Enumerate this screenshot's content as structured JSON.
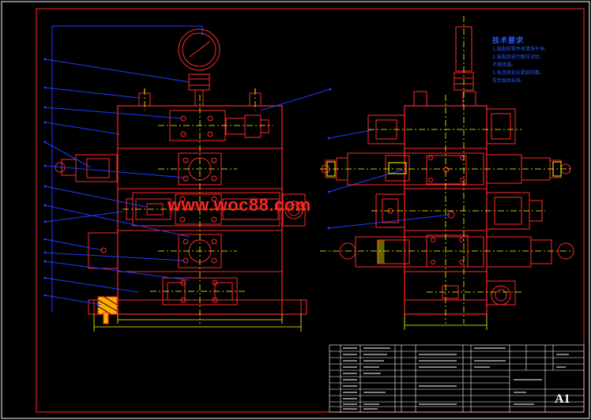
{
  "watermark": "www.woc88.com",
  "tech_notes": {
    "title": "技术要求",
    "lines": [
      "1.装配前零件须清洗干净。",
      "2.装配后进行耐压试验，",
      "不得渗漏。",
      "3.各连接处应紧固可靠，",
      "符合相关标准。"
    ]
  },
  "title_block": {
    "sheet_size": "A1"
  },
  "colors": {
    "background": "#000000",
    "frame": "#ffffff",
    "body": "#ff2a2a",
    "leader": "#1e3cff",
    "centerline": "#ffff00",
    "yellow_dim": "#ffff00",
    "notes": "#2a5bff",
    "table": "#ffffff"
  }
}
